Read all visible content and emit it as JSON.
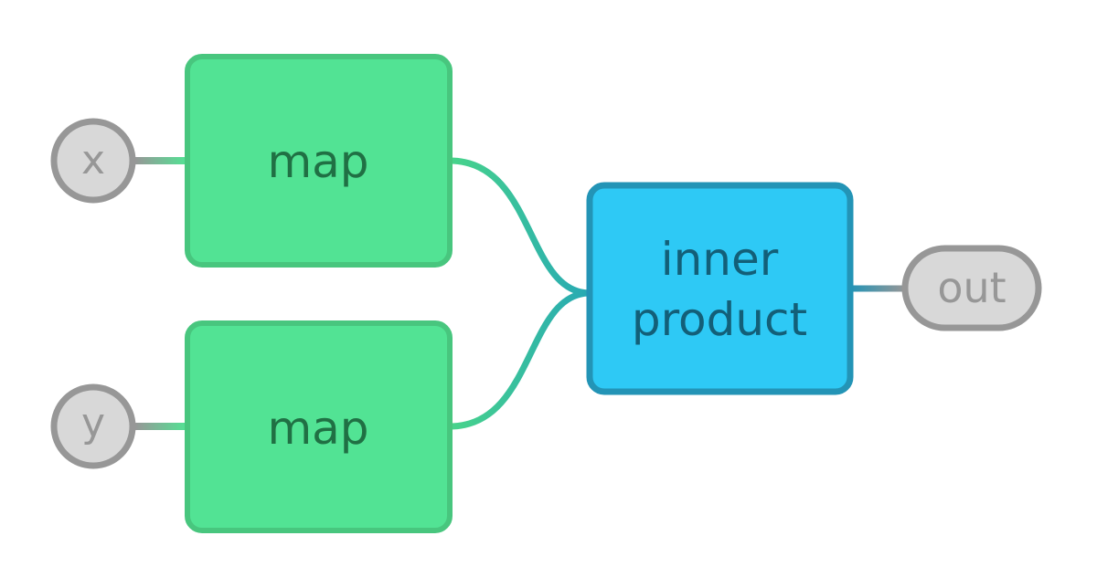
{
  "diagram": {
    "inputs": [
      {
        "label": "x"
      },
      {
        "label": "y"
      }
    ],
    "map_nodes": [
      {
        "label": "map"
      },
      {
        "label": "map"
      }
    ],
    "product_node": {
      "line1": "inner",
      "line2": "product"
    },
    "output": {
      "label": "out"
    }
  },
  "colors": {
    "map_fill": "#52e394",
    "map_stroke": "#48c67e",
    "map_text": "#207044",
    "product_fill": "#2ec9f5",
    "product_stroke": "#2394b6",
    "product_text": "#135f78",
    "io_fill": "#d8d8d8",
    "io_stroke": "#979797",
    "io_text": "#979797"
  }
}
